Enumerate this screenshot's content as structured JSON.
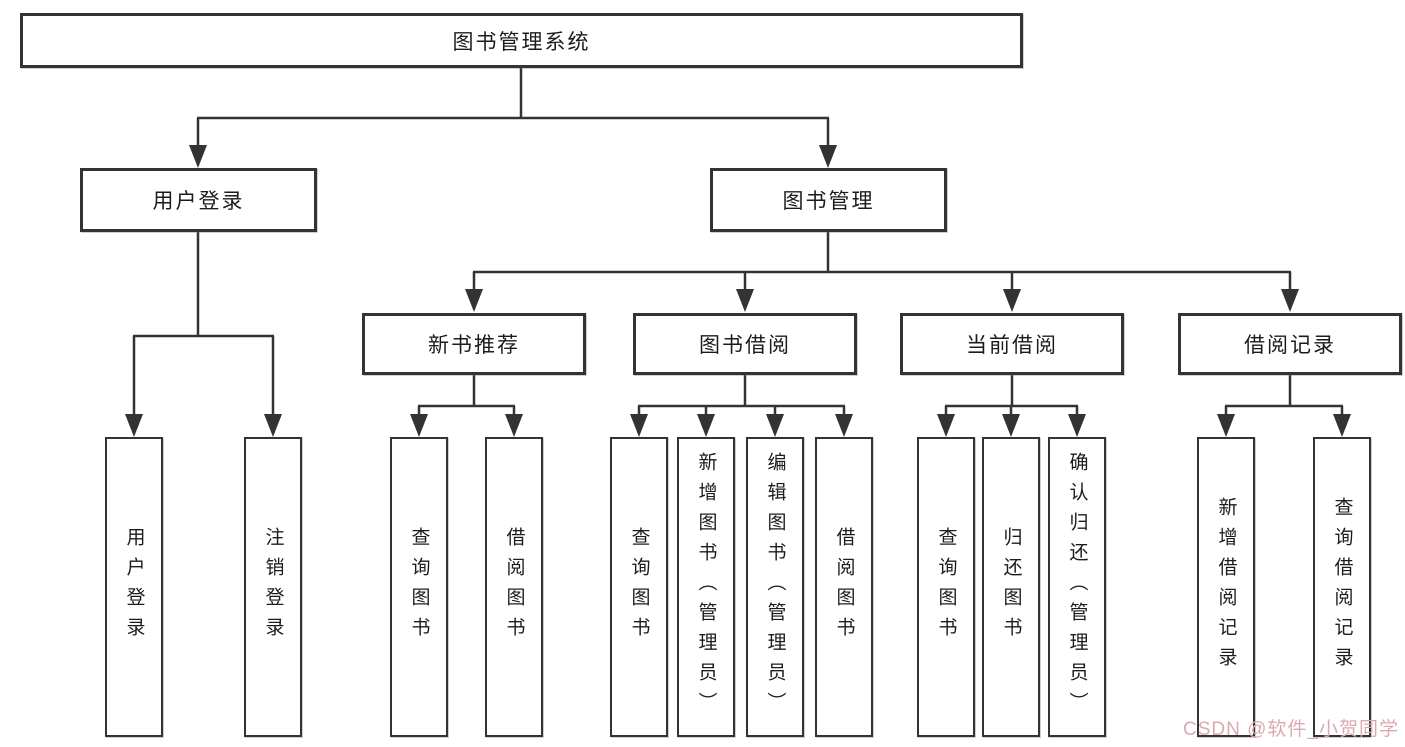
{
  "diagram": {
    "title_node": {
      "label": "图书管理系统"
    },
    "root": {
      "label": "图书管理系统"
    },
    "level2": [
      {
        "label": "用户登录"
      },
      {
        "label": "图书管理"
      }
    ],
    "level3": [
      {
        "label": "新书推荐"
      },
      {
        "label": "图书借阅"
      },
      {
        "label": "当前借阅"
      },
      {
        "label": "借阅记录"
      }
    ],
    "leaves": [
      {
        "label": "用户登录"
      },
      {
        "label": "注销登录"
      },
      {
        "label": "查询图书"
      },
      {
        "label": "借阅图书"
      },
      {
        "label": "查询图书"
      },
      {
        "label": "新增图书（管理员）"
      },
      {
        "label": "编辑图书（管理员）"
      },
      {
        "label": "借阅图书"
      },
      {
        "label": "查询图书"
      },
      {
        "label": "归还图书"
      },
      {
        "label": "确认归还（管理员）"
      },
      {
        "label": "新增借阅记录"
      },
      {
        "label": "查询借阅记录"
      }
    ],
    "colors": {
      "line": "#333333",
      "text": "#1c1c1e",
      "background": "#ffffff",
      "watermark": "#dca8b2"
    }
  },
  "watermark": {
    "text": "CSDN @软件_小贺同学"
  }
}
